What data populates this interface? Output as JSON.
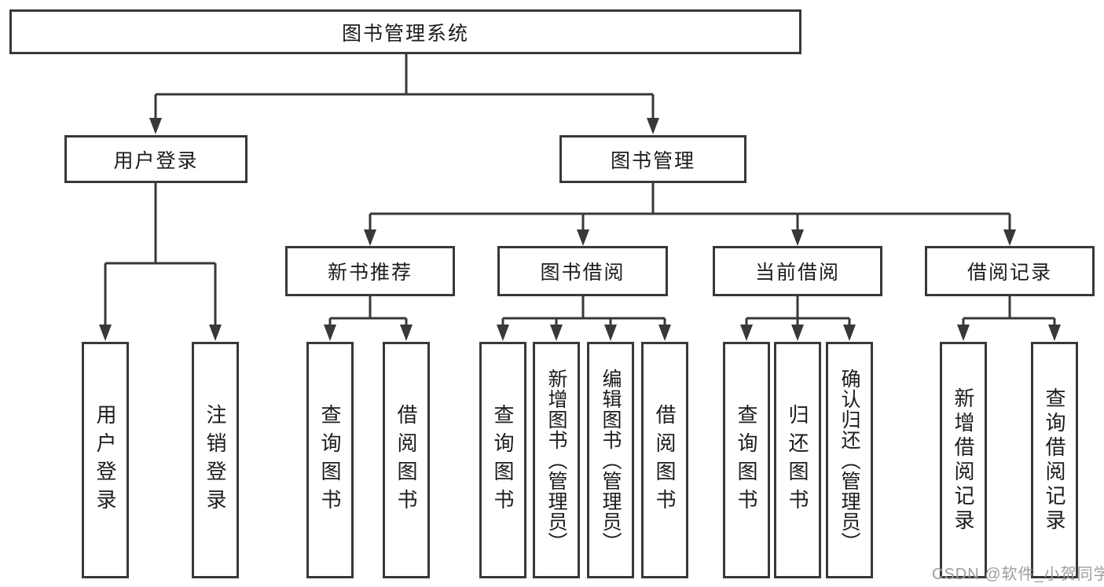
{
  "diagram": {
    "root": {
      "label": "图书管理系统"
    },
    "level2": [
      {
        "label": "用户登录"
      },
      {
        "label": "图书管理"
      }
    ],
    "level3": [
      {
        "label": "新书推荐"
      },
      {
        "label": "图书借阅"
      },
      {
        "label": "当前借阅"
      },
      {
        "label": "借阅记录"
      }
    ],
    "leaves": [
      {
        "label": "用户登录"
      },
      {
        "label": "注销登录"
      },
      {
        "label": "查询图书"
      },
      {
        "label": "借阅图书"
      },
      {
        "label": "查询图书"
      },
      {
        "label": "新增图书（管理员）"
      },
      {
        "label": "编辑图书（管理员）"
      },
      {
        "label": "借阅图书"
      },
      {
        "label": "查询图书"
      },
      {
        "label": "归还图书"
      },
      {
        "label": "确认归还（管理员）"
      },
      {
        "label": "新增借阅记录"
      },
      {
        "label": "查询借阅记录"
      }
    ]
  },
  "watermark": {
    "text": "CSDN @软件_小贺同学"
  },
  "colors": {
    "line": "#383838",
    "text": "#1c1c1c",
    "watermark": "#9e9e9e",
    "background": "#ffffff"
  }
}
